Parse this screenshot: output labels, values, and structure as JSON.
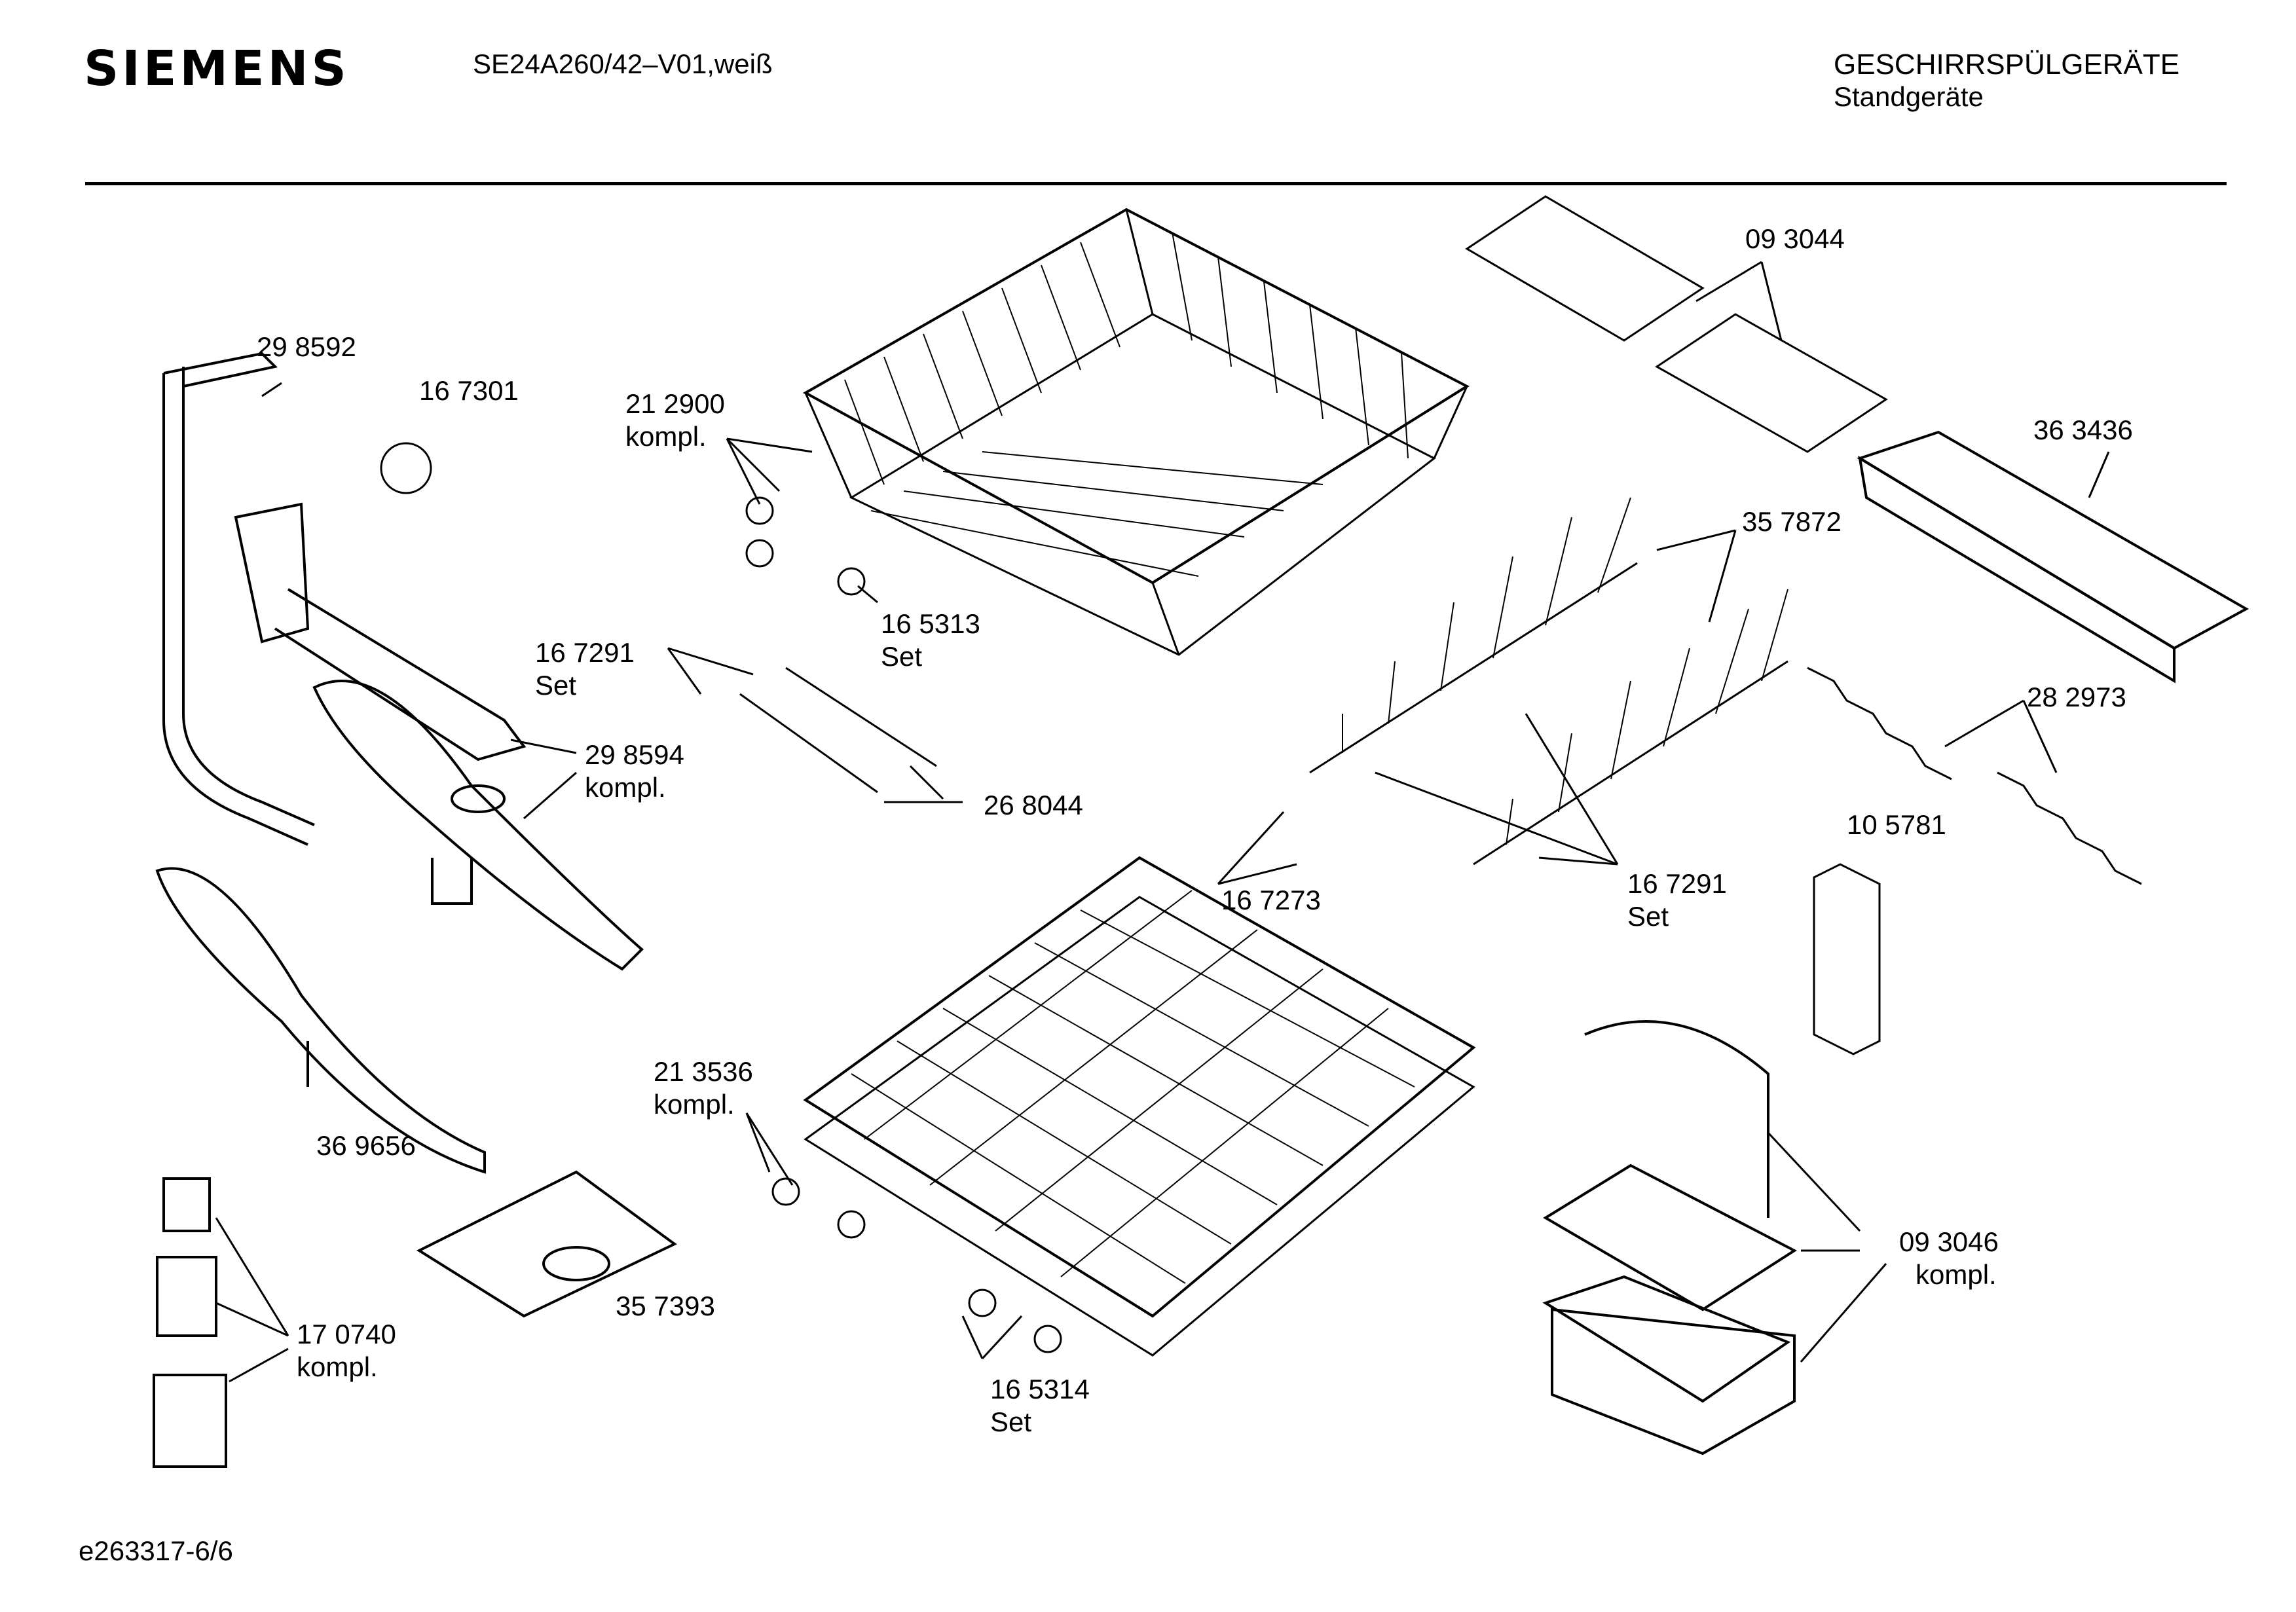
{
  "header": {
    "brand": "SIEMENS",
    "model": "SE24A260/42–V01,weiß",
    "category": "GESCHIRRSPÜLGERÄTE",
    "subcategory": "Standgeräte"
  },
  "footer": {
    "code": "e263317-6/6"
  },
  "labels": {
    "p298592": "29 8592",
    "p167301": "16 7301",
    "p212900": "21 2900",
    "p212900_note": "kompl.",
    "p165313": "16 5313",
    "p165313_note": "Set",
    "p093044": "09 3044",
    "p363436": "36 3436",
    "p357872": "35 7872",
    "p167291a": "16 7291",
    "p167291a_note": "Set",
    "p298594": "29 8594",
    "p298594_note": "kompl.",
    "p268044": "26 8044",
    "p282973": "28 2973",
    "p105781": "10 5781",
    "p167273": "16 7273",
    "p167291b": "16 7291",
    "p167291b_note": "Set",
    "p213536": "21 3536",
    "p213536_note": "kompl.",
    "p369656": "36 9656",
    "p093046": "09 3046",
    "p093046_note": "kompl.",
    "p357393": "35 7393",
    "p170740": "17 0740",
    "p170740_note": "kompl.",
    "p165314": "16 5314",
    "p165314_note": "Set"
  }
}
